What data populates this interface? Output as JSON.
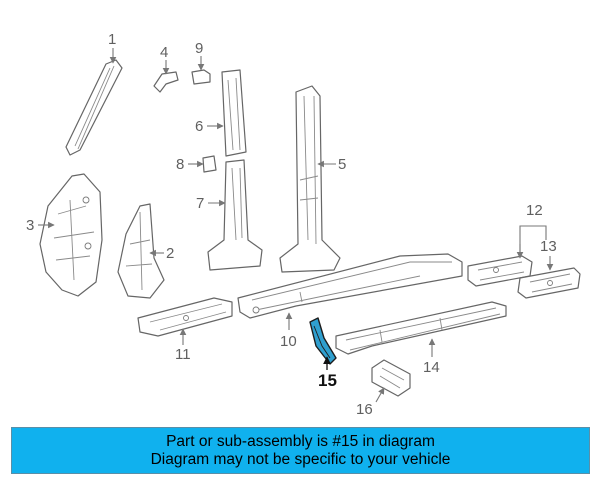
{
  "diagram": {
    "callouts": [
      "1",
      "2",
      "3",
      "4",
      "5",
      "6",
      "7",
      "8",
      "9",
      "10",
      "11",
      "12",
      "13",
      "14",
      "15",
      "16"
    ],
    "highlighted": "15",
    "highlight_color": "#2f9fcf"
  },
  "banner": {
    "line1": "Part or sub-assembly is #15 in diagram",
    "line2": "Diagram may not be specific to your vehicle",
    "background": "#10b1ee"
  }
}
